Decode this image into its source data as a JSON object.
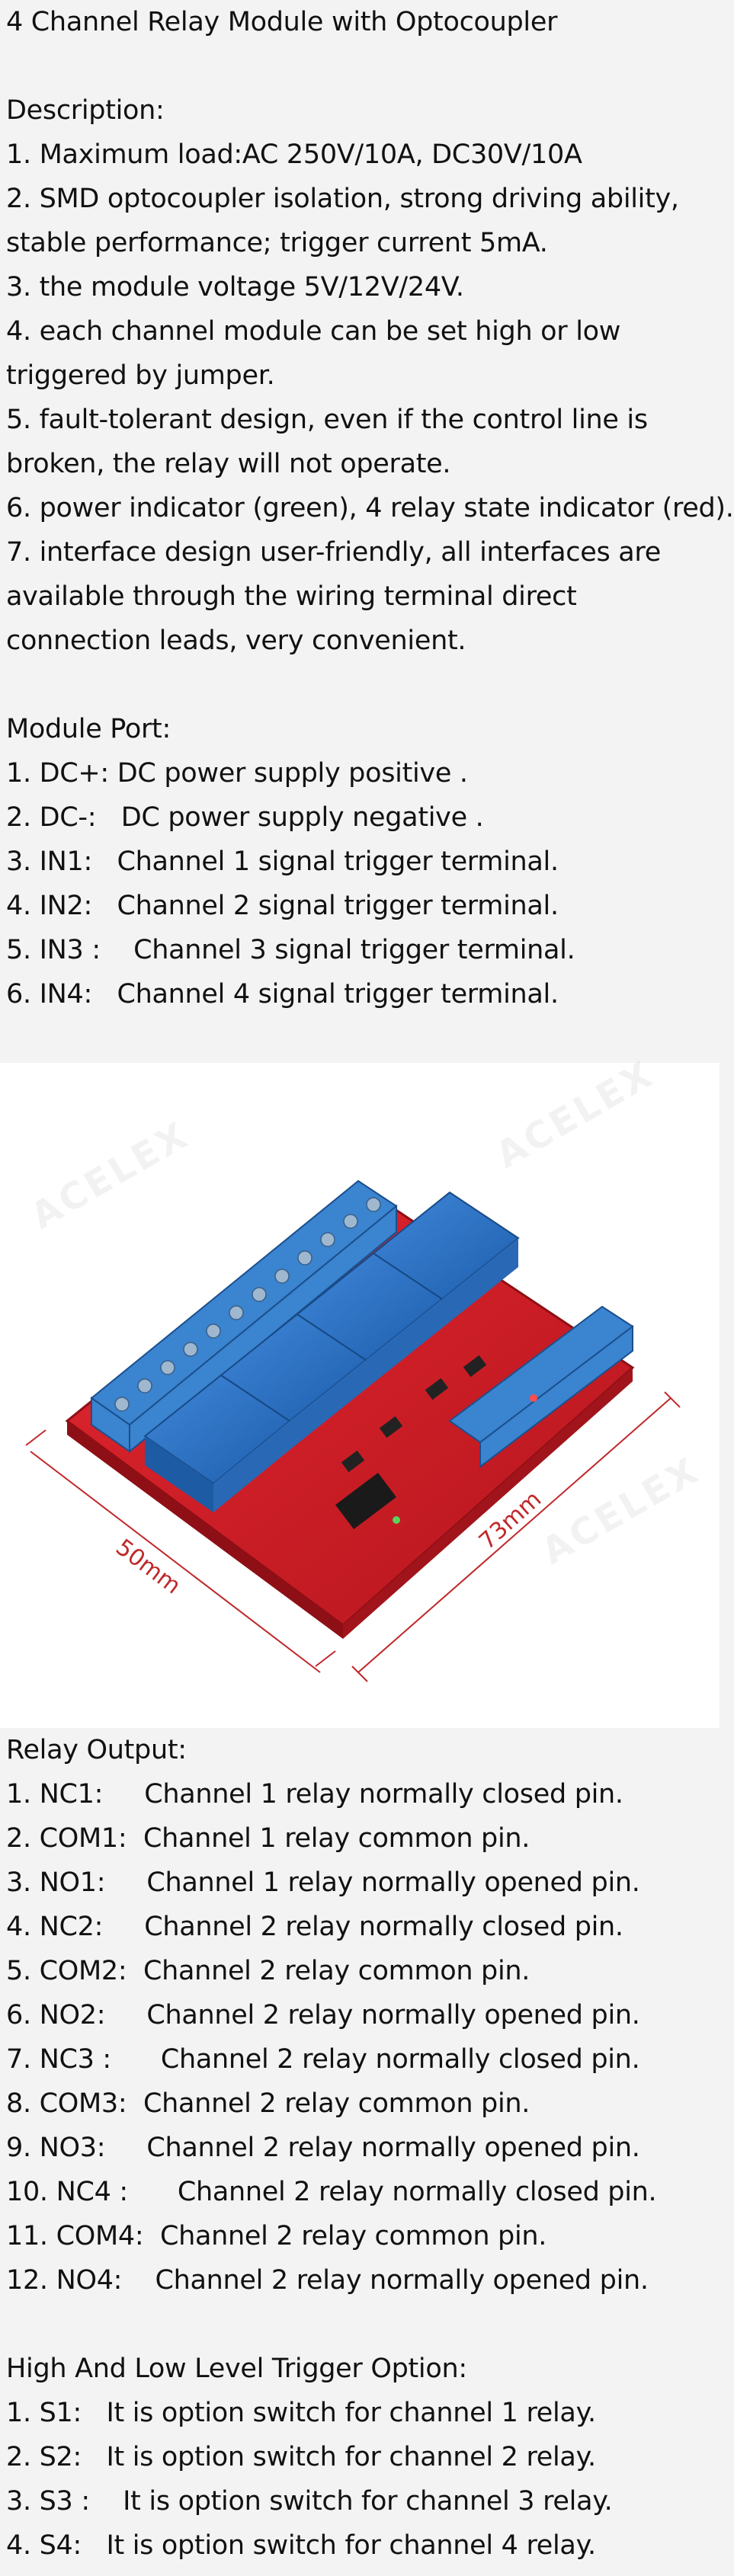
{
  "title": "4 Channel Relay Module with Optocoupler",
  "description": {
    "heading": "Description:",
    "lines": [
      "1. Maximum load:AC 250V/10A, DC30V/10A",
      "2. SMD optocoupler isolation, strong driving ability,",
      "stable performance; trigger current 5mA.",
      "3. the module voltage 5V/12V/24V.",
      "4. each channel module can be set high or low",
      "triggered by jumper.",
      "5. fault-tolerant design, even if the control line is",
      "broken, the relay will not operate.",
      "6. power indicator (green), 4 relay state indicator (red).",
      "7. interface design user-friendly, all interfaces are",
      "available through the wiring terminal direct",
      "connection leads, very convenient."
    ]
  },
  "module_port": {
    "heading": "Module Port:",
    "lines": [
      "1. DC+: DC power supply positive .",
      "2. DC-:   DC power supply negative .",
      "3. IN1:   Channel 1 signal trigger terminal.",
      "4. IN2:   Channel 2 signal trigger terminal.",
      "5. IN3 :    Channel 3 signal trigger terminal.",
      "6. IN4:   Channel 4 signal trigger terminal."
    ]
  },
  "image": {
    "dim_width": "50mm",
    "dim_length": "73mm",
    "watermark": "ACELEX"
  },
  "relay_output": {
    "heading": "Relay Output:",
    "lines": [
      "1. NC1:     Channel 1 relay normally closed pin.",
      "2. COM1:  Channel 1 relay common pin.",
      "3. NO1:     Channel 1 relay normally opened pin.",
      "4. NC2:     Channel 2 relay normally closed pin.",
      "5. COM2:  Channel 2 relay common pin.",
      "6. NO2:     Channel 2 relay normally opened pin.",
      "7. NC3 :      Channel 2 relay normally closed pin.",
      "8. COM3:  Channel 2 relay common pin.",
      "9. NO3:     Channel 2 relay normally opened pin.",
      "10. NC4 :      Channel 2 relay normally closed pin.",
      "11. COM4:  Channel 2 relay common pin.",
      "12. NO4:    Channel 2 relay normally opened pin."
    ]
  },
  "trigger_option": {
    "heading": "High And Low Level Trigger Option:",
    "lines": [
      "1. S1:   It is option switch for channel 1 relay.",
      "2. S2:   It is option switch for channel 2 relay.",
      "3. S3 :    It is option switch for channel 3 relay.",
      "4. S4:   It is option switch for channel 4 relay."
    ]
  },
  "colors": {
    "pcb": "#d8202a",
    "relay": "#2f74c6",
    "terminal": "#3a84d0",
    "dimension": "#c0282a"
  }
}
